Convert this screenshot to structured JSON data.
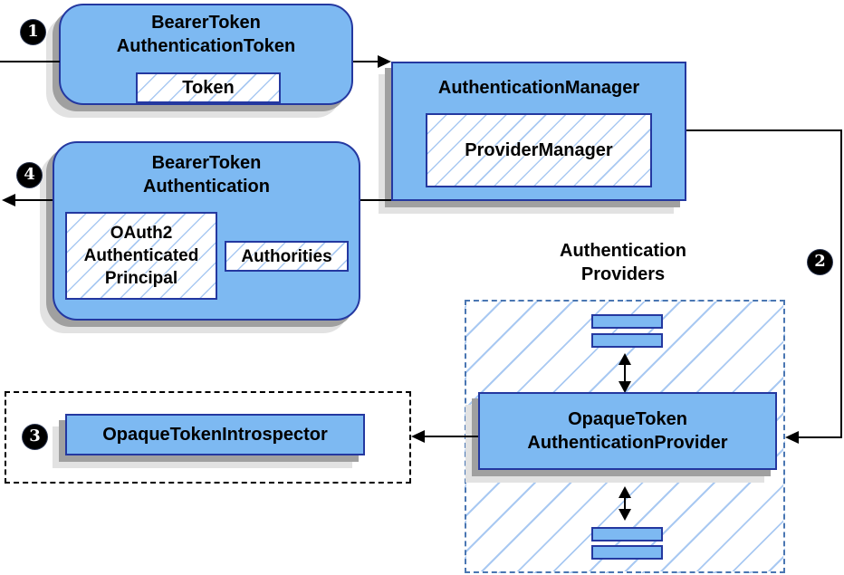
{
  "colors": {
    "node_fill": "#7db9f2",
    "node_stroke": "#2438a0",
    "hatch_line": "#a9c9f2",
    "shadow_dark": "#a0a0a0",
    "shadow_light": "#e2e2e2",
    "providers_group_border": "#4a76b2",
    "introspector_group_border": "#000000",
    "arrow_color": "#000000",
    "badge_bg": "#000000",
    "badge_text": "#ffffff",
    "text_color": "#000000",
    "background": "#ffffff"
  },
  "steps": {
    "one": "1",
    "two": "2",
    "three": "3",
    "four": "4"
  },
  "nodes": {
    "bearer_token_authentication_token": {
      "title1": "BearerToken",
      "title2": "AuthenticationToken",
      "token": "Token"
    },
    "authentication_manager": {
      "title": "AuthenticationManager",
      "provider_manager": "ProviderManager"
    },
    "bearer_token_authentication": {
      "title1": "BearerToken",
      "title2": "Authentication",
      "principal1": "OAuth2",
      "principal2": "Authenticated",
      "principal3": "Principal",
      "authorities": "Authorities"
    },
    "providers_group": {
      "label1": "Authentication",
      "label2": "Providers",
      "provider_title1": "OpaqueToken",
      "provider_title2": "AuthenticationProvider"
    },
    "opaque_token_introspector": {
      "label": "OpaqueTokenIntrospector"
    }
  }
}
